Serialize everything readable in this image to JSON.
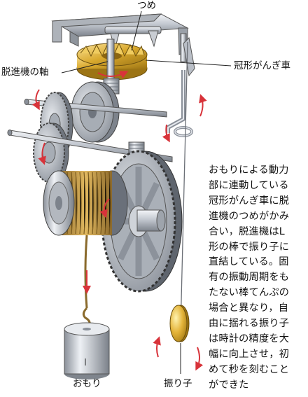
{
  "labels": {
    "pawl": "つめ",
    "escapement_axle": "脱進機の軸",
    "crown_wheel": "冠形がんぎ車",
    "weight": "おもり",
    "pendulum": "振り子"
  },
  "description_lines": [
    "おもりによる動力",
    "部に連動している",
    "冠形がんぎ車に脱",
    "進機のつめがかみ",
    "合い，脱進機はL",
    "形の棒で振り子に",
    "直結している。固",
    "有の振動周期をも",
    "たない棒てんぷの",
    "場合と異なり，自",
    "由に揺れる振り子",
    "は時計の精度を大",
    "幅に向上させ，初",
    "めて秒を刻むこと",
    "ができた"
  ],
  "colors": {
    "arrow": "#d8333a",
    "gold": "#d9b23a",
    "rope": "#b08a3e",
    "metal": "#c4c8cf"
  }
}
